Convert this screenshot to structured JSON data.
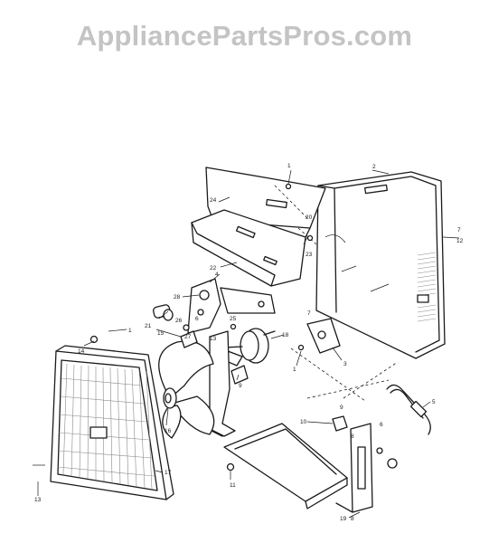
{
  "watermark": "AppliancePartsPros.com",
  "callouts": {
    "c1": "1",
    "c2": "2",
    "c3": "3",
    "c4": "4",
    "c5": "5",
    "c6": "6",
    "c7": "7",
    "c8": "8",
    "c9": "9",
    "c10": "10",
    "c11": "11",
    "c12": "12",
    "c13": "13",
    "c14": "14",
    "c15": "15",
    "c16": "16",
    "c17": "17",
    "c18": "18",
    "c19": "19",
    "c20": "20",
    "c21": "21",
    "c22": "22",
    "c23": "23",
    "c24": "24",
    "c25": "25",
    "c26": "26",
    "c27": "27",
    "c28": "28"
  }
}
